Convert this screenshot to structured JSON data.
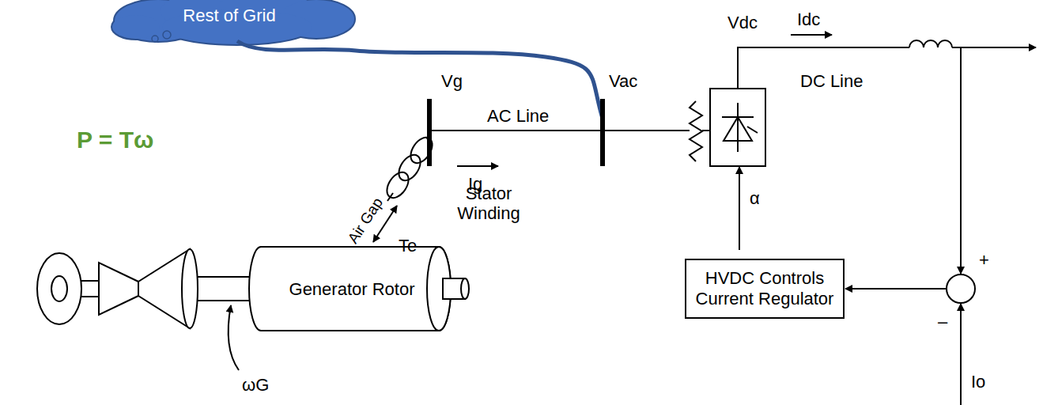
{
  "diagram": {
    "nodes": [
      {
        "text": [
          "Rest of Grid"
        ]
      },
      {
        "text": [
          "Generator Rotor"
        ]
      },
      {
        "text": [
          "HVDC Controls Current Regulator"
        ]
      }
    ],
    "labels": [
      "P = Tω",
      "Vg",
      "AC Line",
      "Ig",
      "Vac",
      "Vdc",
      "Idc",
      "DC Line",
      "Air Gap",
      "Te",
      "Stator Winding",
      "ωG",
      "α",
      "+",
      "–",
      "Io"
    ]
  }
}
